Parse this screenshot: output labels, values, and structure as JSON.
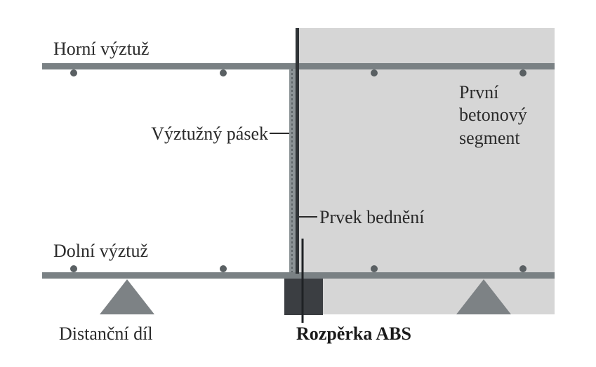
{
  "labels": {
    "top_rebar": "Horní výztuž",
    "bottom_rebar": "Dolní výztuž",
    "reinforcing_strip": "Výztužný pásek",
    "formwork_element": "Prvek bednění",
    "first_segment": [
      "První",
      "betonový",
      "segment"
    ],
    "spacer_part": "Distanční díl",
    "abs_spacer": "Rozpěrka ABS"
  },
  "colors": {
    "concrete": "#d6d6d6",
    "rebar": "#7a8184",
    "rebar_dot": "#5a6063",
    "strip": "#6f7679",
    "formwork": "#2f3336",
    "abs_block": "#3b3e42",
    "triangle": "#7d8285",
    "text": "#2a2a2a"
  }
}
